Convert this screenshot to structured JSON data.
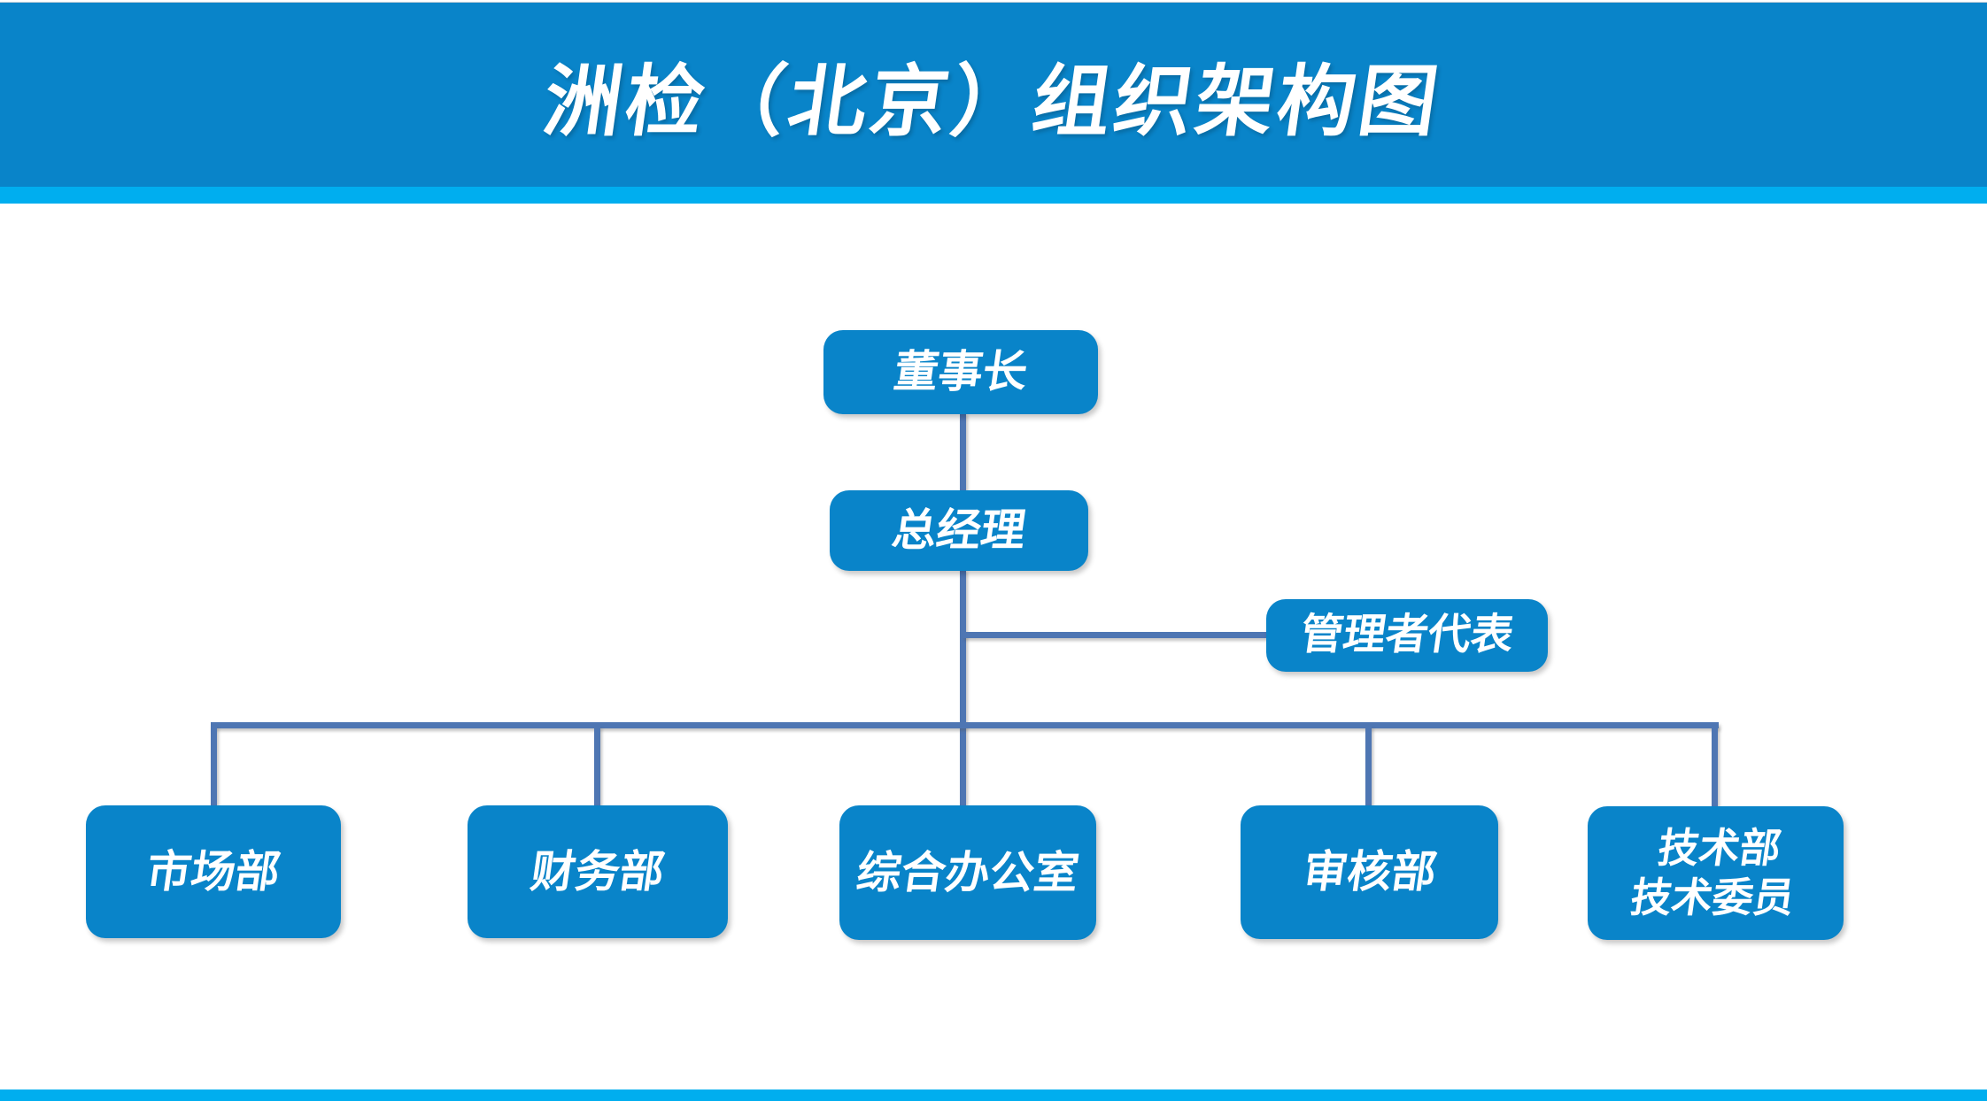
{
  "title": "洲检（北京）组织架构图",
  "colors": {
    "banner_blue": "#0984c9",
    "accent_cyan": "#00aeef",
    "node_blue": "#0984c9",
    "connector_blue": "#4e76b3",
    "text_white": "#ffffff"
  },
  "org_chart": {
    "chairman": {
      "label": "董事长"
    },
    "general_manager": {
      "label": "总经理"
    },
    "management_representative": {
      "label": "管理者代表"
    },
    "departments": [
      {
        "label": "市场部"
      },
      {
        "label": "财务部"
      },
      {
        "label": "综合办公室"
      },
      {
        "label": "审核部"
      },
      {
        "label_line1": "技术部",
        "label_line2": "技术委员"
      }
    ]
  }
}
